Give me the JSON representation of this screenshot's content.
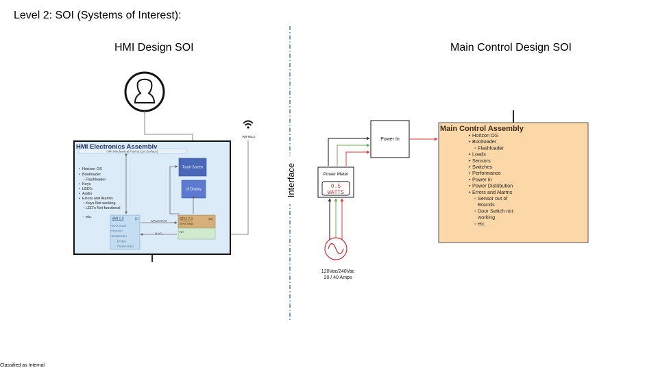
{
  "slide": {
    "title": "Level 2: SOI (Systems of Interest):",
    "footer": "Classified as Internal"
  },
  "hmi": {
    "section_title": "HMI Design SOI",
    "assembly_title": "HMI Electronics Assembly",
    "fascia_label": "HMI Mechanical Fascia (1st Surface)",
    "wifi_label": "WIFI/BLE",
    "touch_screen": "Touch Screen",
    "ui_display": "UI Display",
    "hmi_board": {
      "title": "HMI 1.0",
      "tag": "(1)",
      "items": [
        "MAX 512k",
        "Horizon",
        "Bootloader",
        "Bridge",
        "Flashloader"
      ]
    },
    "gpu_board": {
      "title": "GPU 7.0",
      "tag": "(16)",
      "sub": "MAX 8MB"
    },
    "nh_label": "NH",
    "link_top": "MACS-EYO",
    "link_bottom": "HACL",
    "bullets": [
      "Horizon OS",
      "Bootloader",
      "Flashloader",
      "Keys",
      "LED's",
      "Audio",
      "Errors and Alarms",
      "Keys Not working",
      "LED's Not functional",
      "etc."
    ]
  },
  "interface": {
    "label": "Interface"
  },
  "power": {
    "power_in": "Power In",
    "meter_title": "Power Meter",
    "meter_reading_1": "0.5",
    "meter_reading_2": "WATTS",
    "supply_line_1": "120Vac/240Vac",
    "supply_line_2": "20 / 40 Amps"
  },
  "main_control": {
    "section_title": "Main Control Design SOI",
    "assembly_title": "Main Control Assembly",
    "items": [
      "Horizon OS",
      "Bootloader",
      "Flashloader",
      "Loads",
      "Sensors",
      "Switches",
      "Performance",
      "Power In",
      "Power Distribution",
      "Errors and Alarms",
      "Sensor out of",
      "Bounds",
      "Door Switch not",
      "working",
      "etc."
    ]
  },
  "colors": {
    "hmi_fill": "#dcebf8",
    "touch_fill": "#4a68b8",
    "ui_fill": "#5b7ad0",
    "gpu_fill": "#d6b07a",
    "nh_fill": "#cfeacd",
    "main_fill": "#fcd8a8",
    "red_wire": "#d63b3b",
    "green_wire": "#6aaa4a",
    "divider_blue": "#3e6fbf"
  }
}
